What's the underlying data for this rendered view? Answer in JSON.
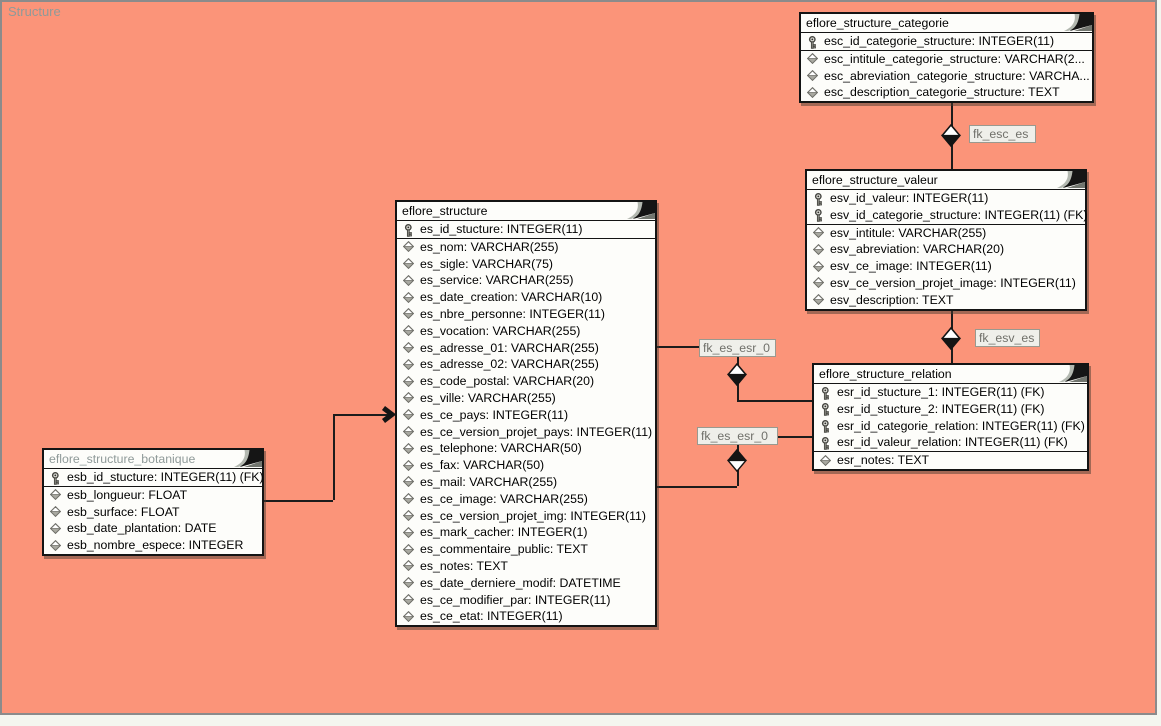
{
  "page": {
    "diagram_label": "Structure"
  },
  "colors": {
    "canvas_background": "#fb9479",
    "canvas_border": "#8b8b8b",
    "table_background": "#fdfdfa",
    "table_border": "#141414",
    "muted_title": "#8f9a99",
    "relationship_label_bg": "#efefea",
    "relationship_label_text": "#70706a"
  },
  "tables": [
    {
      "title": "eflore_structure_categorie",
      "muted": false,
      "primary_keys": [
        "esc_id_categorie_structure: INTEGER(11)"
      ],
      "columns": [
        "esc_intitule_categorie_structure: VARCHAR(2...",
        "esc_abreviation_categorie_structure: VARCHA...",
        "esc_description_categorie_structure: TEXT"
      ]
    },
    {
      "title": "eflore_structure_valeur",
      "muted": false,
      "primary_keys": [
        "esv_id_valeur: INTEGER(11)",
        "esv_id_categorie_structure: INTEGER(11) (FK)"
      ],
      "columns": [
        "esv_intitule: VARCHAR(255)",
        "esv_abreviation: VARCHAR(20)",
        "esv_ce_image: INTEGER(11)",
        "esv_ce_version_projet_image: INTEGER(11)",
        "esv_description: TEXT"
      ]
    },
    {
      "title": "eflore_structure_relation",
      "muted": false,
      "primary_keys": [
        "esr_id_stucture_1: INTEGER(11) (FK)",
        "esr_id_stucture_2: INTEGER(11) (FK)",
        "esr_id_categorie_relation: INTEGER(11) (FK)",
        "esr_id_valeur_relation: INTEGER(11) (FK)"
      ],
      "columns": [
        "esr_notes: TEXT"
      ]
    },
    {
      "title": "eflore_structure",
      "muted": false,
      "primary_keys": [
        "es_id_stucture: INTEGER(11)"
      ],
      "columns": [
        "es_nom: VARCHAR(255)",
        "es_sigle: VARCHAR(75)",
        "es_service: VARCHAR(255)",
        "es_date_creation: VARCHAR(10)",
        "es_nbre_personne: INTEGER(11)",
        "es_vocation: VARCHAR(255)",
        "es_adresse_01: VARCHAR(255)",
        "es_adresse_02: VARCHAR(255)",
        "es_code_postal: VARCHAR(20)",
        "es_ville: VARCHAR(255)",
        "es_ce_pays: INTEGER(11)",
        "es_ce_version_projet_pays: INTEGER(11)",
        "es_telephone: VARCHAR(50)",
        "es_fax: VARCHAR(50)",
        "es_mail: VARCHAR(255)",
        "es_ce_image: VARCHAR(255)",
        "es_ce_version_projet_img: INTEGER(11)",
        "es_mark_cacher: INTEGER(1)",
        "es_commentaire_public: TEXT",
        "es_notes: TEXT",
        "es_date_derniere_modif: DATETIME",
        "es_ce_modifier_par: INTEGER(11)",
        "es_ce_etat: INTEGER(11)"
      ]
    },
    {
      "title": "eflore_structure_botanique",
      "muted": true,
      "primary_keys": [
        "esb_id_stucture: INTEGER(11) (FK)"
      ],
      "columns": [
        "esb_longueur: FLOAT",
        "esb_surface: FLOAT",
        "esb_date_plantation: DATE",
        "esb_nombre_espece: INTEGER"
      ]
    }
  ],
  "relationships": [
    {
      "label": "fk_esc_es"
    },
    {
      "label": "fk_esv_es"
    },
    {
      "label": "fk_es_esr_0"
    },
    {
      "label": "fk_es_esr_0"
    }
  ]
}
